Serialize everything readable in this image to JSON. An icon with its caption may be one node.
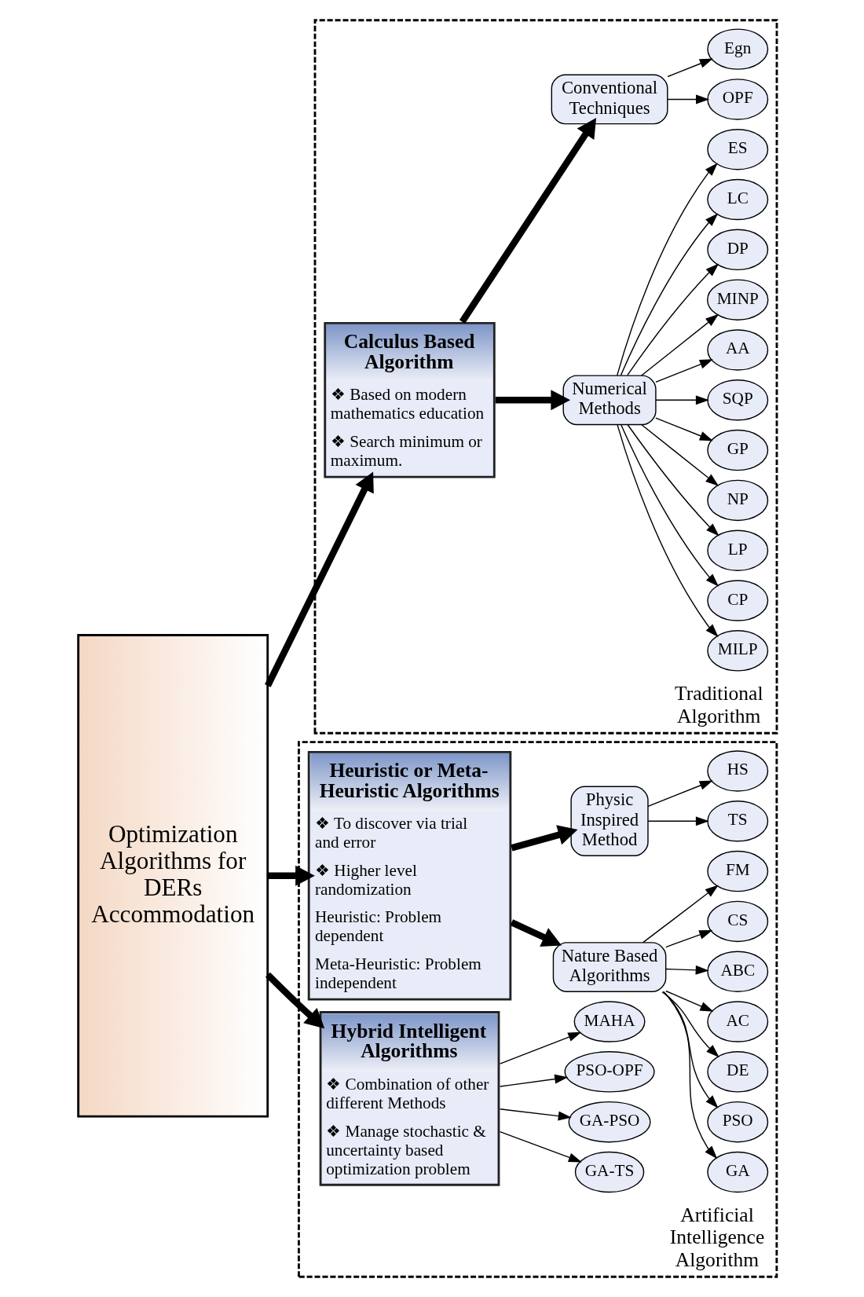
{
  "diagram": {
    "nodes": [
      {
        "text": [
          "Optimization Algorithms for DERs Accommodation"
        ]
      },
      {
        "text": [
          "Traditional Algorithm"
        ]
      },
      {
        "text": [
          "Calculus Based Algorithm",
          "❖ Based on modern mathematics education",
          "❖ Search minimum or maximum."
        ],
        "in": 1
      },
      {
        "text": [
          "Numerical Methods"
        ],
        "in": 1
      },
      {
        "text": [
          "MILP"
        ],
        "in": 1
      },
      {
        "text": [
          "CP"
        ],
        "in": 1
      },
      {
        "text": [
          "LP"
        ],
        "in": 1
      },
      {
        "text": [
          "NP"
        ],
        "in": 1
      },
      {
        "text": [
          "GP"
        ],
        "in": 1
      },
      {
        "text": [
          "SQP"
        ],
        "in": 1
      },
      {
        "text": [
          "AA"
        ],
        "in": 1
      },
      {
        "text": [
          "MINP"
        ],
        "in": 1
      },
      {
        "text": [
          "DP"
        ],
        "in": 1
      },
      {
        "text": [
          "LC"
        ],
        "in": 1
      },
      {
        "text": [
          "ES"
        ],
        "in": 1
      },
      {
        "text": [
          "Conventional Techniques"
        ],
        "in": 1
      },
      {
        "text": [
          "OPF"
        ],
        "in": 1
      },
      {
        "text": [
          "Egn"
        ],
        "in": 1
      },
      {
        "text": [
          "Artificial Intelligence Algorithm"
        ]
      },
      {
        "text": [
          "Heuristic or Meta-Heuristic Algorithms",
          "❖ To discover via trial and error",
          "❖ Higher level randomization",
          "Heuristic: Problem dependent",
          "Meta-Heuristic: Problem independent"
        ],
        "in": 18
      },
      {
        "text": [
          "Nature Based Algorithms"
        ],
        "in": 18
      },
      {
        "text": [
          "GA"
        ],
        "in": 18
      },
      {
        "text": [
          "PSO"
        ],
        "in": 18
      },
      {
        "text": [
          "DE"
        ],
        "in": 18
      },
      {
        "text": [
          "AC"
        ],
        "in": 18
      },
      {
        "text": [
          "ABC"
        ],
        "in": 18
      },
      {
        "text": [
          "CS"
        ],
        "in": 18
      },
      {
        "text": [
          "FM"
        ],
        "in": 18
      },
      {
        "text": [
          "Physic Inspired Method"
        ],
        "in": 18
      },
      {
        "text": [
          "TS"
        ],
        "in": 18
      },
      {
        "text": [
          "HS"
        ],
        "in": 18
      },
      {
        "text": [
          "Hybrid Intelligent Algorithms",
          "❖ Combination of other different Methods",
          "❖ Manage stochastic & uncertainty based optimization problem"
        ],
        "in": 18
      },
      {
        "text": [
          "GA-TS"
        ],
        "in": 18
      },
      {
        "text": [
          "GA-PSO"
        ],
        "in": 18
      },
      {
        "text": [
          "PSO-OPF"
        ],
        "in": 18
      },
      {
        "text": [
          "MAHA"
        ],
        "in": 18
      }
    ],
    "edges": [
      {
        "from": 0,
        "to": 2,
        "arrow": "to",
        "style": "thick"
      },
      {
        "from": 0,
        "to": 19,
        "arrow": "to",
        "style": "thick"
      },
      {
        "from": 0,
        "to": 31,
        "arrow": "to",
        "style": "thick"
      },
      {
        "from": 2,
        "to": 3,
        "arrow": "to",
        "style": "thick"
      },
      {
        "from": 2,
        "to": 15,
        "arrow": "to",
        "style": "thick"
      },
      {
        "from": 3,
        "to": 4,
        "arrow": "to"
      },
      {
        "from": 3,
        "to": 5,
        "arrow": "to"
      },
      {
        "from": 3,
        "to": 6,
        "arrow": "to"
      },
      {
        "from": 3,
        "to": 7,
        "arrow": "to"
      },
      {
        "from": 3,
        "to": 8,
        "arrow": "to"
      },
      {
        "from": 3,
        "to": 9,
        "arrow": "to"
      },
      {
        "from": 3,
        "to": 10,
        "arrow": "to"
      },
      {
        "from": 3,
        "to": 11,
        "arrow": "to"
      },
      {
        "from": 3,
        "to": 12,
        "arrow": "to"
      },
      {
        "from": 3,
        "to": 13,
        "arrow": "to"
      },
      {
        "from": 3,
        "to": 14,
        "arrow": "to"
      },
      {
        "from": 15,
        "to": 16,
        "arrow": "to"
      },
      {
        "from": 15,
        "to": 17,
        "arrow": "to"
      },
      {
        "from": 19,
        "to": 20,
        "arrow": "to",
        "style": "thick"
      },
      {
        "from": 19,
        "to": 28,
        "arrow": "to",
        "style": "thick"
      },
      {
        "from": 20,
        "to": 21,
        "arrow": "to"
      },
      {
        "from": 20,
        "to": 22,
        "arrow": "to"
      },
      {
        "from": 20,
        "to": 23,
        "arrow": "to"
      },
      {
        "from": 20,
        "to": 24,
        "arrow": "to"
      },
      {
        "from": 20,
        "to": 25,
        "arrow": "to"
      },
      {
        "from": 20,
        "to": 26,
        "arrow": "to"
      },
      {
        "from": 20,
        "to": 27,
        "arrow": "to"
      },
      {
        "from": 28,
        "to": 29,
        "arrow": "to"
      },
      {
        "from": 28,
        "to": 30,
        "arrow": "to"
      },
      {
        "from": 31,
        "to": 32,
        "arrow": "to"
      },
      {
        "from": 31,
        "to": 33,
        "arrow": "to"
      },
      {
        "from": 31,
        "to": 34,
        "arrow": "to"
      },
      {
        "from": 31,
        "to": 35,
        "arrow": "to"
      }
    ]
  }
}
